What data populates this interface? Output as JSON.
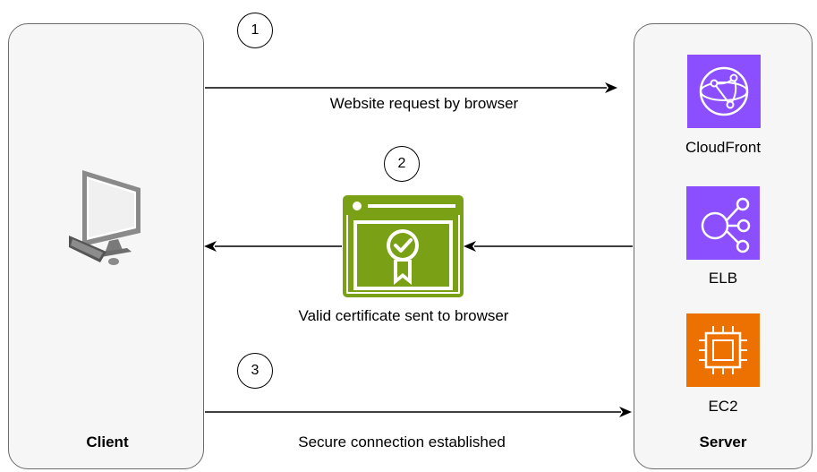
{
  "client": {
    "label": "Client"
  },
  "server": {
    "label": "Server",
    "services": [
      {
        "name": "CloudFront",
        "icon": "cloudfront-icon",
        "color": "#8c4fff"
      },
      {
        "name": "ELB",
        "icon": "elb-icon",
        "color": "#8c4fff"
      },
      {
        "name": "EC2",
        "icon": "ec2-icon",
        "color": "#ed7100"
      }
    ]
  },
  "steps": [
    {
      "number": "1",
      "label": "Website request by browser"
    },
    {
      "number": "2",
      "label": "Valid certificate sent to browser"
    },
    {
      "number": "3",
      "label": "Secure connection established"
    }
  ],
  "colors": {
    "certificate_green": "#7aa116",
    "purple": "#8c4fff",
    "orange": "#ed7100",
    "box_border": "#6b6b6b",
    "box_fill": "#f6f6f6"
  }
}
